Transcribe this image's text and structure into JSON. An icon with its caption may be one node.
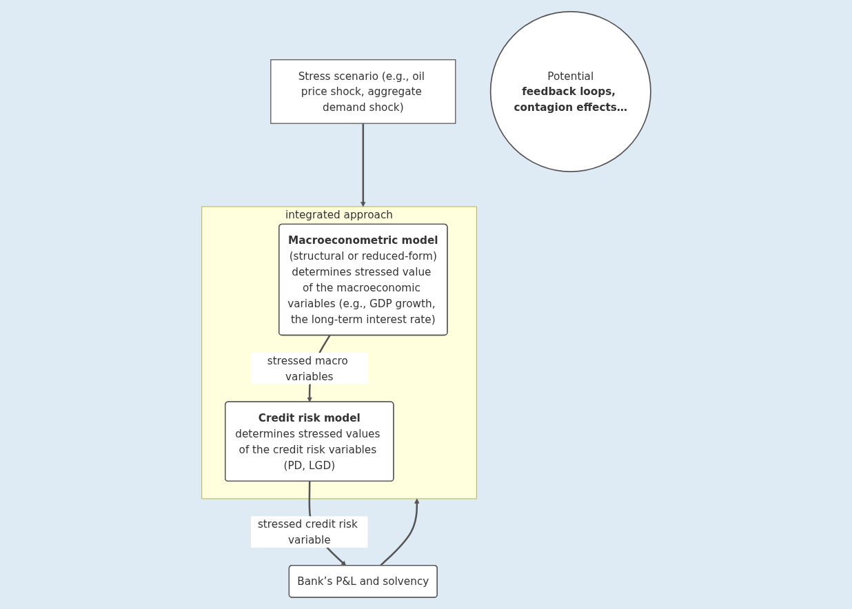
{
  "diagram": {
    "nodes": [
      {
        "text": [
          "Stress scenario (e.g., oil price shock, aggregate demand shock)"
        ]
      },
      {
        "text": [
          "integrated approach"
        ]
      },
      {
        "text": [
          "Macroeconometric model",
          "(structural or reduced-form)",
          "determines stressed value of the macroeconomic variables (e.g., GDP growth, the long-term interest rate)"
        ],
        "in": 1
      },
      {
        "text": [
          "Credit risk model",
          "determines stressed values of the credit risk variables (PD, LGD)"
        ],
        "in": 1
      },
      {
        "text": [
          "Bank’s P&L and solvency"
        ]
      },
      {
        "text": [
          "Potential",
          "feedback loops, contagion effects…"
        ]
      }
    ],
    "edges": [
      {
        "from": 0,
        "to": 1,
        "arrow": "to"
      },
      {
        "from": 2,
        "to": 3,
        "label": "stressed macro variables",
        "arrow": "to"
      },
      {
        "from": 3,
        "to": 4,
        "label": "stressed credit risk variable",
        "arrow": "to"
      },
      {
        "from": 4,
        "to": 1,
        "arrow": "to"
      }
    ]
  }
}
